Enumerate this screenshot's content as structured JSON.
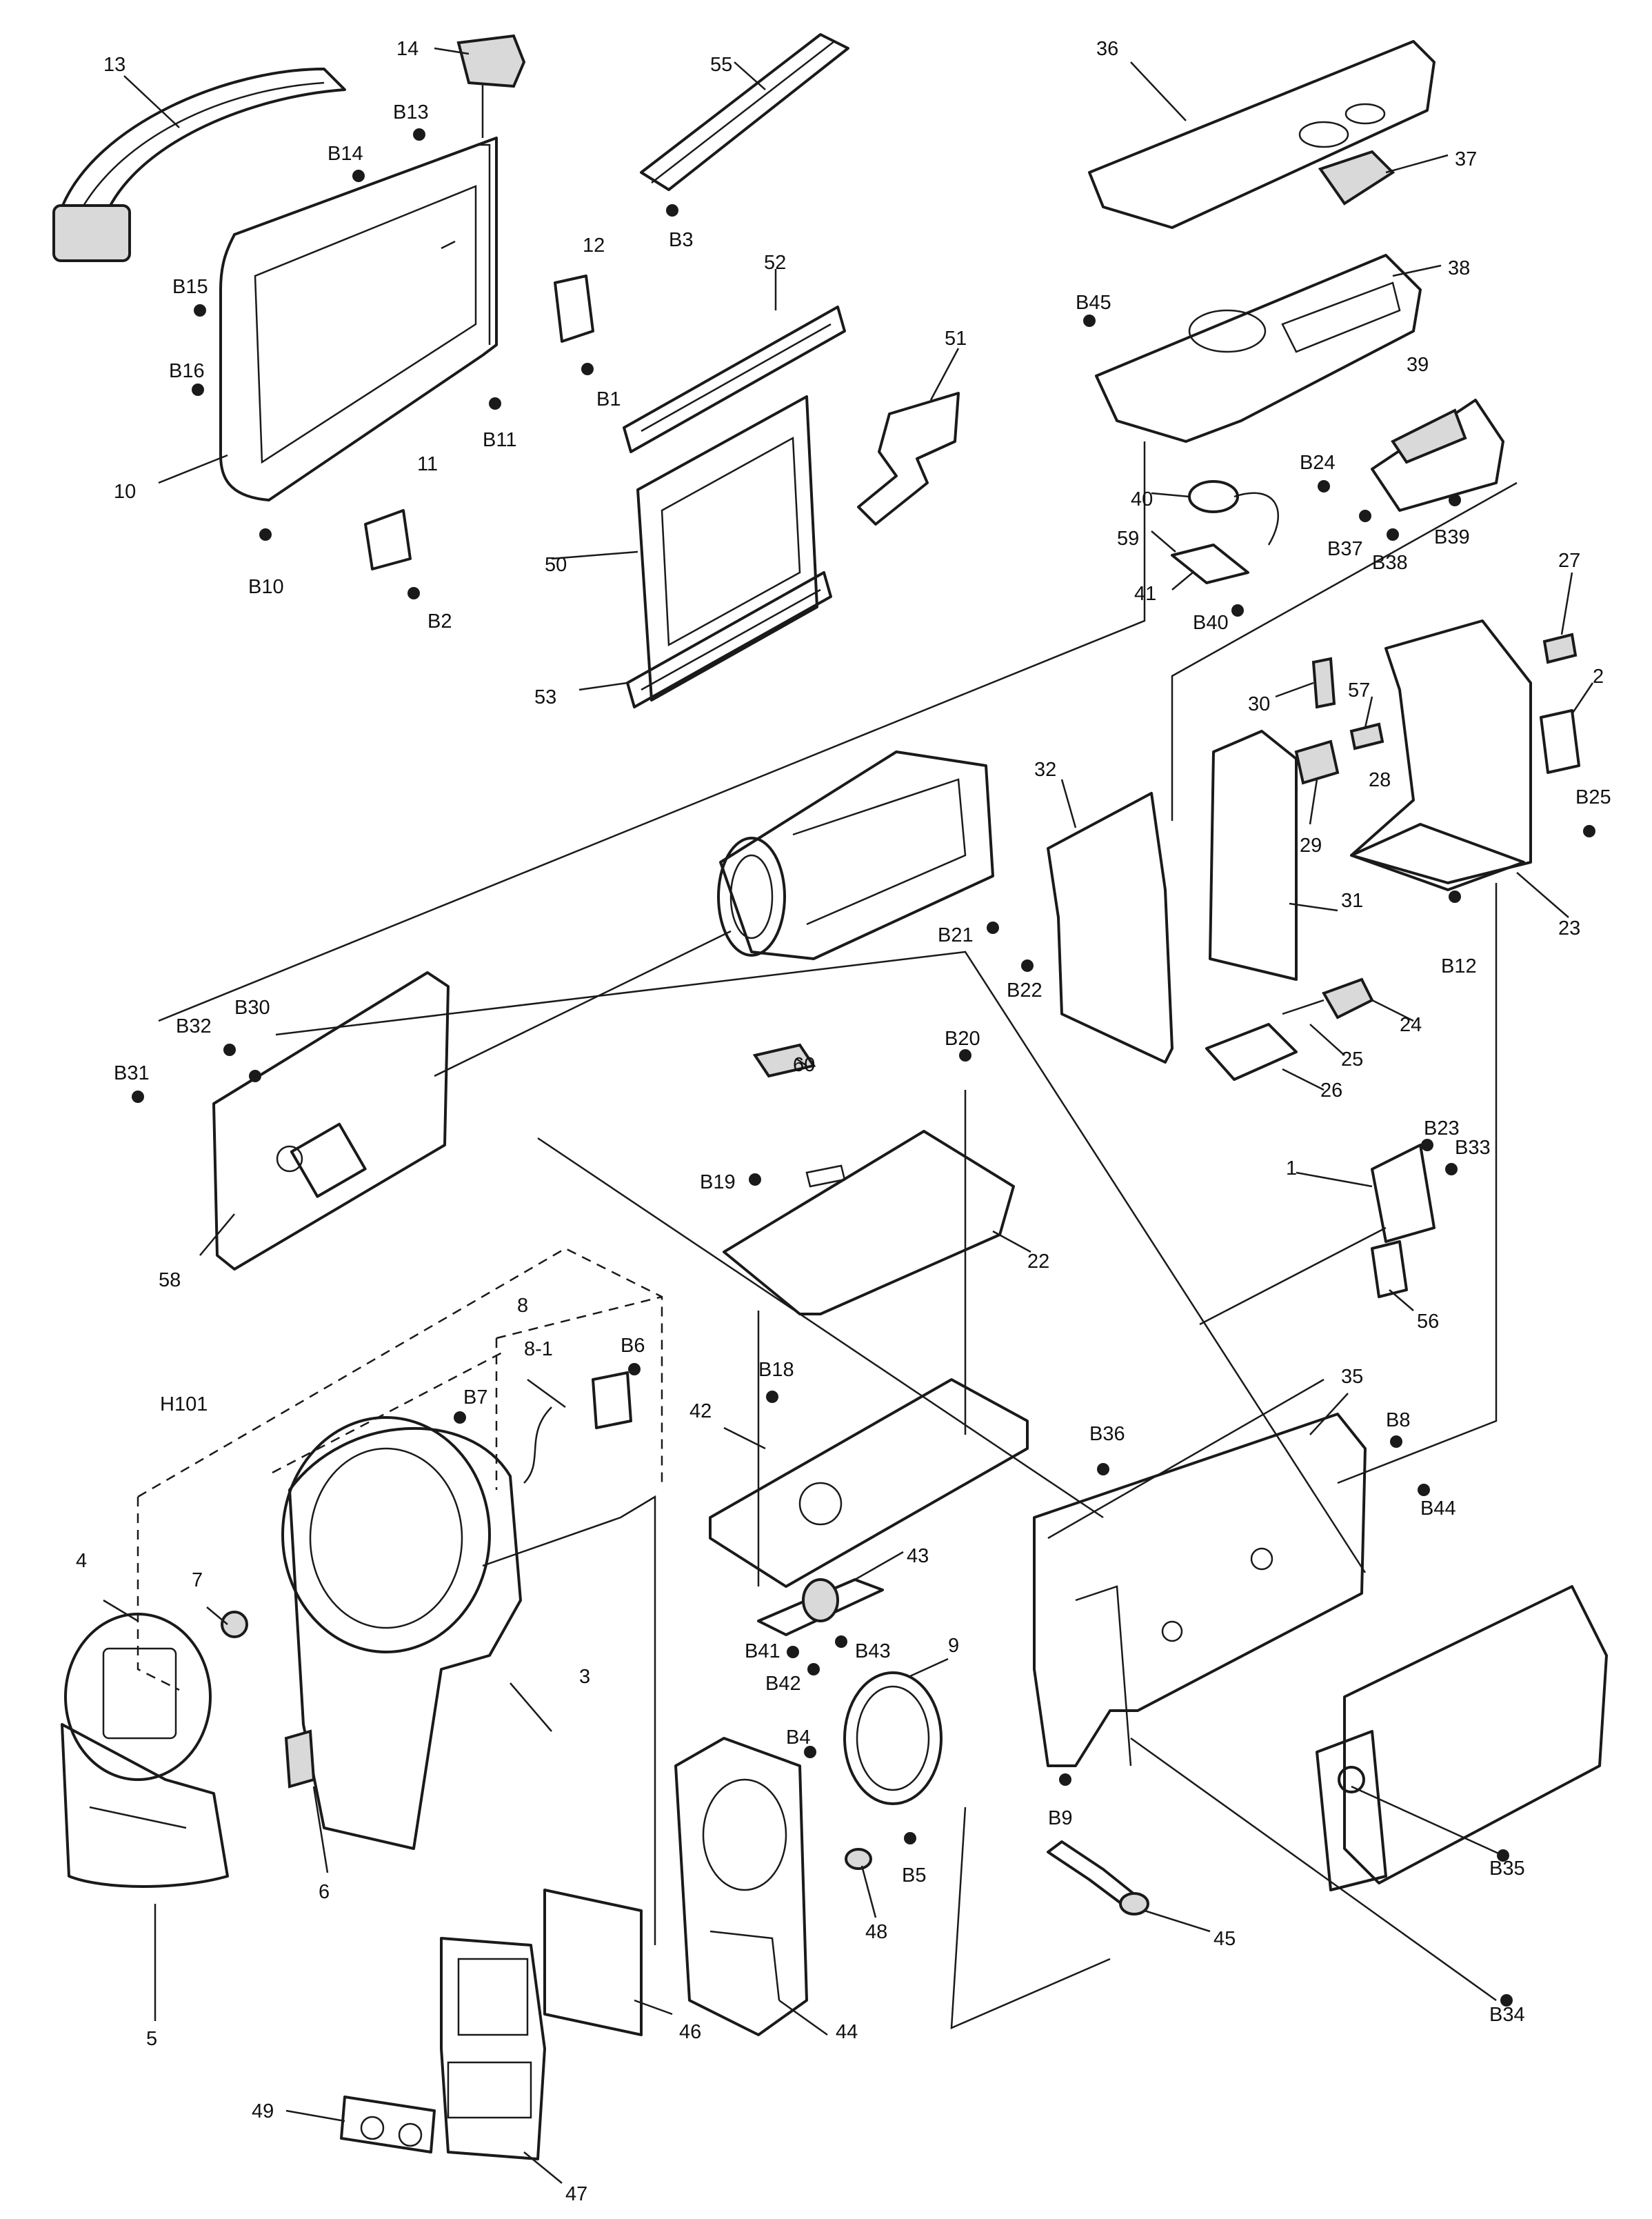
{
  "diagram": {
    "labels": {
      "p1": "1",
      "p2": "2",
      "p3": "3",
      "p4": "4",
      "p5": "5",
      "p6": "6",
      "p7": "7",
      "p8": "8",
      "p8_1": "8-1",
      "p9": "9",
      "p10": "10",
      "p11": "11",
      "p12": "12",
      "p13": "13",
      "p14": "14",
      "p22": "22",
      "p23": "23",
      "p24": "24",
      "p25": "25",
      "p26": "26",
      "p27": "27",
      "p28": "28",
      "p29": "29",
      "p30": "30",
      "p31": "31",
      "p32": "32",
      "p35": "35",
      "p36": "36",
      "p37": "37",
      "p38": "38",
      "p39": "39",
      "p40": "40",
      "p41": "41",
      "p42": "42",
      "p43": "43",
      "p44": "44",
      "p45": "45",
      "p46": "46",
      "p47": "47",
      "p48": "48",
      "p49": "49",
      "p50": "50",
      "p51": "51",
      "p52": "52",
      "p53": "53",
      "p55": "55",
      "p56": "56",
      "p57": "57",
      "p58": "58",
      "p59": "59",
      "p60": "60",
      "h101": "H101",
      "b1": "B1",
      "b2": "B2",
      "b3": "B3",
      "b4": "B4",
      "b5": "B5",
      "b6": "B6",
      "b7": "B7",
      "b8": "B8",
      "b9": "B9",
      "b10": "B10",
      "b11": "B11",
      "b12": "B12",
      "b13": "B13",
      "b14": "B14",
      "b15": "B15",
      "b16": "B16",
      "b18": "B18",
      "b19": "B19",
      "b20": "B20",
      "b21": "B21",
      "b22": "B22",
      "b23": "B23",
      "b24": "B24",
      "b25": "B25",
      "b30": "B30",
      "b31": "B31",
      "b32": "B32",
      "b33": "B33",
      "b34": "B34",
      "b35": "B35",
      "b36": "B36",
      "b37": "B37",
      "b38": "B38",
      "b39": "B39",
      "b40": "B40",
      "b41": "B41",
      "b42": "B42",
      "b43": "B43",
      "b44": "B44",
      "b45": "B45"
    }
  }
}
